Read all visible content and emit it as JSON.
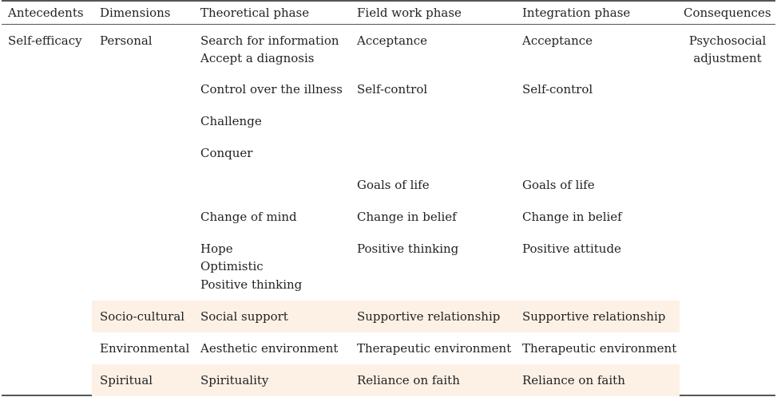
{
  "header": {
    "antecedents": "Antecedents",
    "dimensions": "Dimensions",
    "theoretical": "Theoretical phase",
    "fieldwork": "Field work phase",
    "integration": "Integration phase",
    "consequences": "Consequences"
  },
  "antecedent": "Self-efficacy",
  "consequence": "Psychosocial adjustment",
  "personal": {
    "dimension": "Personal",
    "rows": [
      {
        "theoretical": [
          "Search for information",
          "Accept a diagnosis"
        ],
        "fieldwork": "Acceptance",
        "integration": "Acceptance"
      },
      {
        "theoretical": [
          "Control over the illness"
        ],
        "fieldwork": "Self-control",
        "integration": "Self-control"
      },
      {
        "theoretical": [
          "Challenge"
        ],
        "fieldwork": "",
        "integration": ""
      },
      {
        "theoretical": [
          "Conquer"
        ],
        "fieldwork": "",
        "integration": ""
      },
      {
        "theoretical": [],
        "fieldwork": "Goals of life",
        "integration": "Goals of life"
      },
      {
        "theoretical": [
          "Change of mind"
        ],
        "fieldwork": "Change in belief",
        "integration": "Change in belief"
      },
      {
        "theoretical": [
          "Hope",
          "Optimistic",
          "Positive thinking"
        ],
        "fieldwork": "Positive thinking",
        "integration": "Positive attitude"
      }
    ]
  },
  "socio": {
    "dimension": "Socio-cultural",
    "theoretical": "Social support",
    "fieldwork": "Supportive relationship",
    "integration": "Supportive relationship"
  },
  "environmental": {
    "dimension": "Environmental",
    "theoretical": "Aesthetic environment",
    "fieldwork": "Therapeutic environment",
    "integration": "Therapeutic environment"
  },
  "spiritual": {
    "dimension": "Spiritual",
    "theoretical": "Spirituality",
    "fieldwork": "Reliance on faith",
    "integration": "Reliance on faith"
  }
}
